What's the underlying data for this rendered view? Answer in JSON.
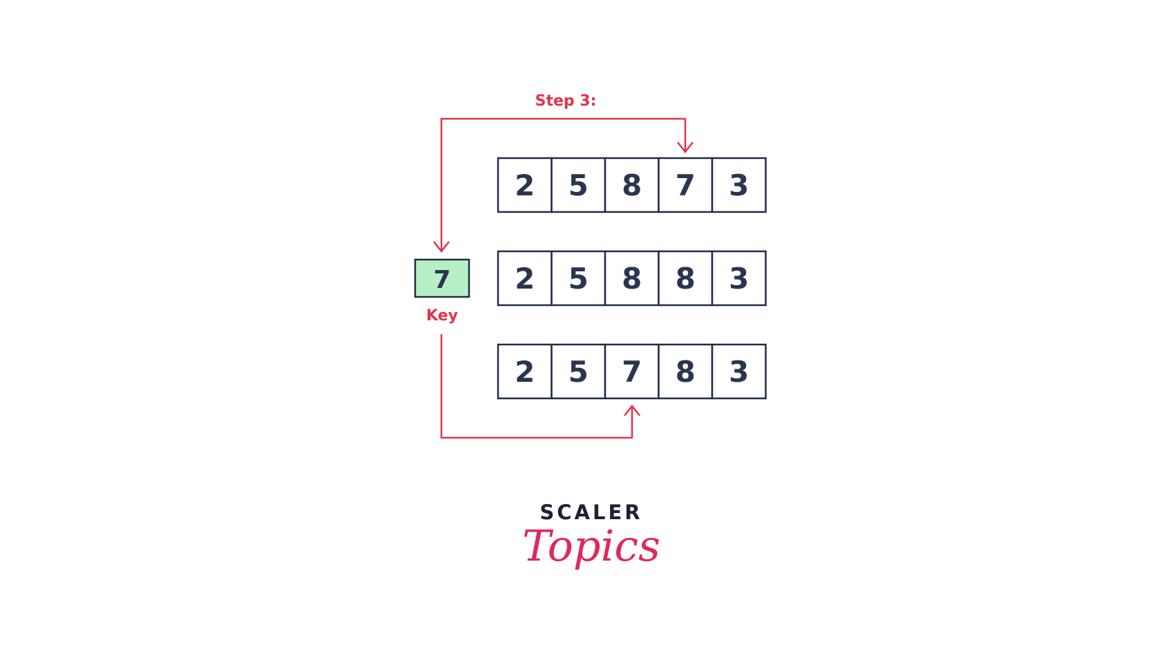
{
  "step_label": "Step 3:",
  "key": {
    "value": "7",
    "label": "Key"
  },
  "arrays": [
    [
      "2",
      "5",
      "8",
      "7",
      "3"
    ],
    [
      "2",
      "5",
      "8",
      "8",
      "3"
    ],
    [
      "2",
      "5",
      "7",
      "8",
      "3"
    ]
  ],
  "brand": {
    "title": "SCALER",
    "script": "Topics"
  },
  "colors": {
    "arrow": "#e3324a",
    "cell_border": "#1f2b46",
    "cell_text": "#2a3550",
    "key_fill": "#b8f0c5",
    "brand_dark": "#1c2236",
    "brand_accent": "#e0285a"
  }
}
